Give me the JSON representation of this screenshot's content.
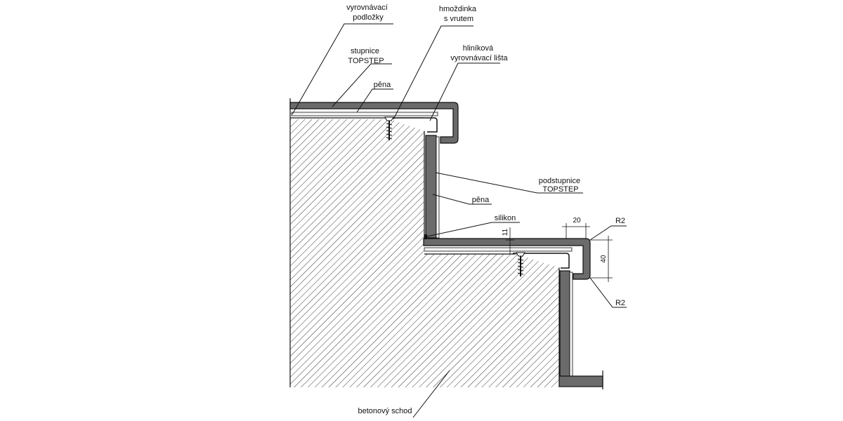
{
  "labels": {
    "leveling_pads": [
      "vyrovnávací",
      "podložky"
    ],
    "dowel_screw": [
      "hmoždinka",
      "s vrutem"
    ],
    "tread": [
      "stupnice",
      "TOPSTEP"
    ],
    "aluminium_strip": [
      "hliníková",
      "vyrovnávací lišta"
    ],
    "foam_top": "pěna",
    "riser": [
      "podstupnice",
      "TOPSTEP"
    ],
    "foam_riser": "pěna",
    "silicone": "silikon",
    "concrete_step": "betonový schod"
  },
  "dimensions": {
    "nose_width": "20",
    "nose_height": "40",
    "gap": "11",
    "radius_top": "R2",
    "radius_bottom": "R2"
  },
  "colors": {
    "panel": "#6b6b6b",
    "line": "#111111",
    "hatch": "#222222",
    "background": "#ffffff"
  }
}
